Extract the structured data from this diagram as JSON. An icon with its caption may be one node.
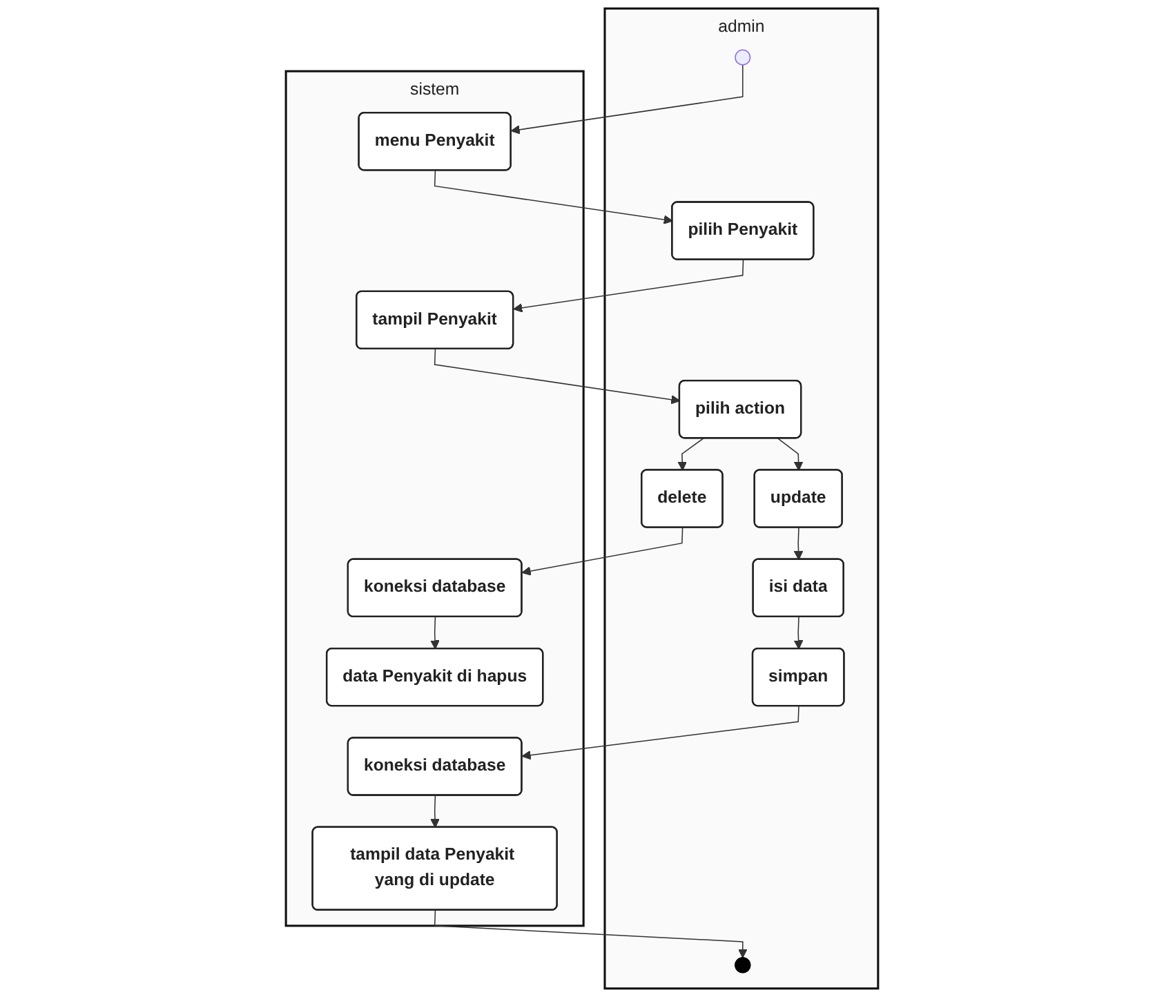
{
  "diagram": {
    "nodes": [
      {
        "text": [
          "admin"
        ]
      },
      {
        "text": [
          "sistem"
        ]
      },
      {
        "text": [],
        "shape": "circle",
        "in": 0
      },
      {
        "text": [
          "menu Penyakit"
        ],
        "in": 1
      },
      {
        "text": [
          "pilih Penyakit"
        ],
        "in": 0
      },
      {
        "text": [
          "tampil Penyakit"
        ],
        "in": 1
      },
      {
        "text": [
          "pilih action"
        ],
        "in": 0
      },
      {
        "text": [
          "update"
        ],
        "in": 0
      },
      {
        "text": [
          "delete"
        ],
        "in": 0
      },
      {
        "text": [
          "koneksi database"
        ],
        "in": 1
      },
      {
        "text": [
          "data Penyakit di hapus"
        ],
        "in": 1
      },
      {
        "text": [
          "isi data"
        ],
        "in": 0
      },
      {
        "text": [
          "simpan"
        ],
        "in": 0
      },
      {
        "text": [
          "koneksi database"
        ],
        "in": 1
      },
      {
        "text": [
          "tampil data Penyakit yang di update"
        ],
        "in": 1
      },
      {
        "text": [],
        "shape": "circle",
        "in": 0
      }
    ],
    "edges": [
      {
        "from": 2,
        "to": 3,
        "arrow": "to"
      },
      {
        "from": 3,
        "to": 4,
        "arrow": "to"
      },
      {
        "from": 4,
        "to": 5,
        "arrow": "to"
      },
      {
        "from": 5,
        "to": 6,
        "arrow": "to"
      },
      {
        "from": 6,
        "to": 7,
        "arrow": "to"
      },
      {
        "from": 6,
        "to": 8,
        "arrow": "to"
      },
      {
        "from": 8,
        "to": 9,
        "arrow": "to"
      },
      {
        "from": 9,
        "to": 10,
        "arrow": "to"
      },
      {
        "from": 7,
        "to": 11,
        "arrow": "to"
      },
      {
        "from": 11,
        "to": 12,
        "arrow": "to"
      },
      {
        "from": 12,
        "to": 13,
        "arrow": "to"
      },
      {
        "from": 13,
        "to": 14,
        "arrow": "to"
      },
      {
        "from": 14,
        "to": 15,
        "arrow": "to"
      }
    ]
  }
}
